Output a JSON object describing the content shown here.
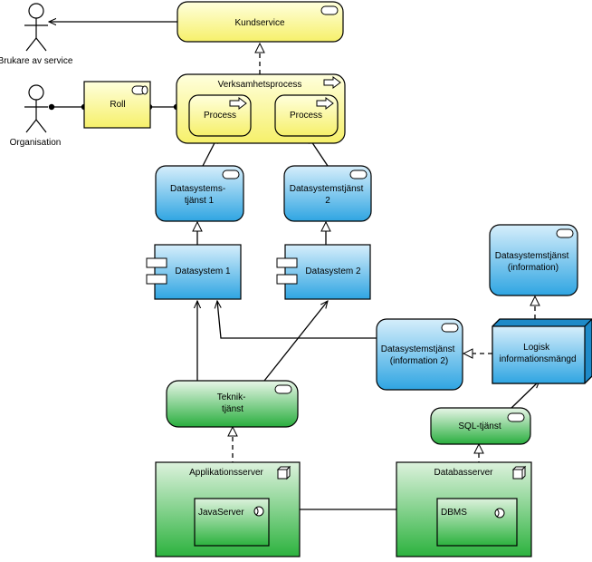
{
  "actors": {
    "service_user": "Brukare av service",
    "organisation": "Organisation"
  },
  "business": {
    "customer_service": "Kundservice",
    "role": "Roll",
    "business_process": "Verksamhetsprocess",
    "process_1": "Process",
    "process_2": "Process"
  },
  "application": {
    "app_service_1": [
      "Datasystems-",
      "tjänst 1"
    ],
    "app_service_2": [
      "Datasystemstjänst",
      "2"
    ],
    "app_service_info": [
      "Datasystemstjänst",
      "(information)"
    ],
    "app_service_info_2": [
      "Datasystemstjänst",
      "(information 2)"
    ],
    "component_1": "Datasystem 1",
    "component_2": "Datasystem 2",
    "logical_data": [
      "Logisk",
      "informationsmängd"
    ]
  },
  "technology": {
    "tech_service": [
      "Teknik-",
      "tjänst"
    ],
    "sql_service": "SQL-tjänst",
    "app_server": "Applikationsserver",
    "java_server": "JavaServer",
    "db_server": "Databasserver",
    "dbms": "DBMS"
  },
  "colors": {
    "business_fill": "#FFFF99",
    "app_fill": "#40AEE6",
    "tech_fill": "#33B24C",
    "tech_node_fill": "#44B544"
  }
}
